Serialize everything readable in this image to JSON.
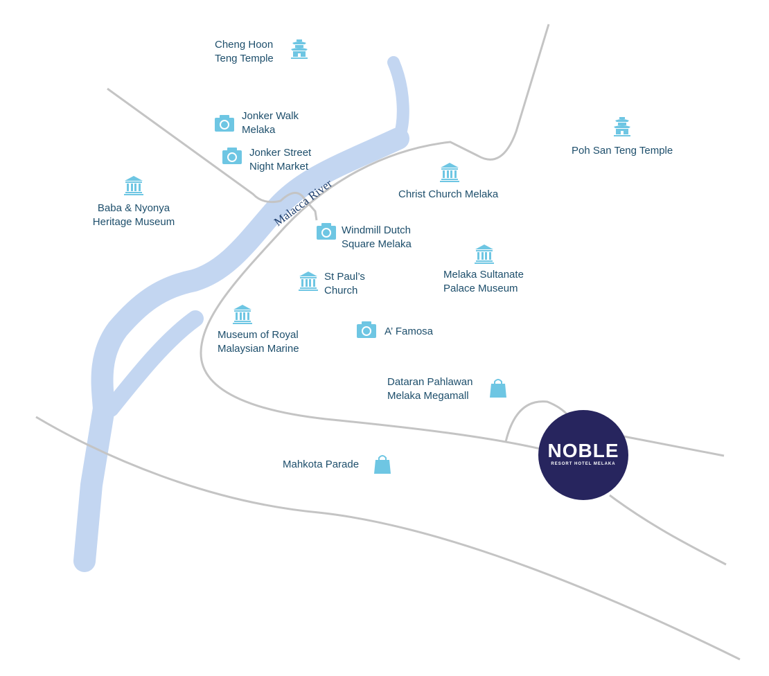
{
  "colors": {
    "road": "#c4c4c4",
    "river": "#c3d6f1",
    "icon": "#6ec6e3",
    "text": "#1d4e6b",
    "hotel": "#27255e"
  },
  "river_label": "Malacca River",
  "hotel": {
    "name": "NOBLE",
    "subtitle": "RESORT HOTEL MELAKA"
  },
  "places": [
    {
      "l1": "Cheng Hoon",
      "l2": "Teng Temple",
      "icon": "temple-icon"
    },
    {
      "l1": "Jonker Walk",
      "l2": "Melaka",
      "icon": "camera-icon"
    },
    {
      "l1": "Jonker Street",
      "l2": "Night Market",
      "icon": "camera-icon"
    },
    {
      "l1": "Baba & Nyonya",
      "l2": "Heritage Museum",
      "icon": "museum-icon"
    },
    {
      "l1": "Christ Church Melaka",
      "icon": "museum-icon"
    },
    {
      "l1": "Poh San Teng Temple",
      "icon": "temple-icon"
    },
    {
      "l1": "Windmill Dutch",
      "l2": "Square Melaka",
      "icon": "camera-icon"
    },
    {
      "l1": "Melaka Sultanate",
      "l2": "Palace Museum",
      "icon": "museum-icon"
    },
    {
      "l1": "St Paul’s",
      "l2": "Church",
      "icon": "museum-icon"
    },
    {
      "l1": "Museum of Royal",
      "l2": "Malaysian Marine",
      "icon": "museum-icon"
    },
    {
      "l1": "A’ Famosa",
      "icon": "camera-icon"
    },
    {
      "l1": "Dataran Pahlawan",
      "l2": "Melaka Megamall",
      "icon": "shopping-bag-icon"
    },
    {
      "l1": "Mahkota Parade",
      "icon": "shopping-bag-icon"
    }
  ]
}
